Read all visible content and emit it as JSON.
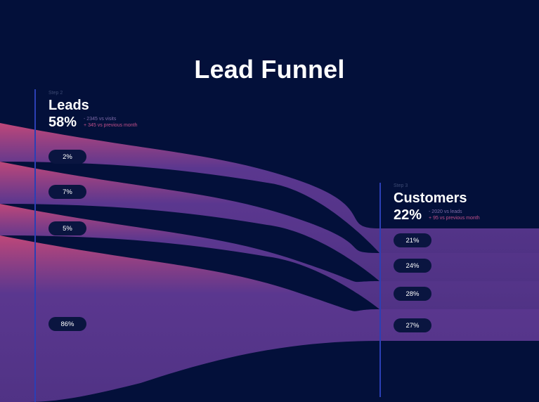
{
  "title": "Lead Funnel",
  "colors": {
    "background": "#03103a",
    "band_pink": "#c94a7c",
    "band_purple": "#6a3e9e",
    "step_line": "#2b3fb5",
    "pill_bg": "#0a1540"
  },
  "chart_data": {
    "type": "sankey",
    "title": "Lead Funnel",
    "steps": [
      {
        "label": "Step 2",
        "name": "Leads",
        "percent": "58%",
        "note_1": "- 2345 vs visits",
        "note_2": "+ 345 vs previous month",
        "segments": [
          "2%",
          "7%",
          "5%",
          "86%"
        ]
      },
      {
        "label": "Step 3",
        "name": "Customers",
        "percent": "22%",
        "note_1": "- 2020 vs leads",
        "note_2": "+ 95 vs previous month",
        "segments": [
          "21%",
          "24%",
          "28%",
          "27%"
        ]
      }
    ]
  }
}
